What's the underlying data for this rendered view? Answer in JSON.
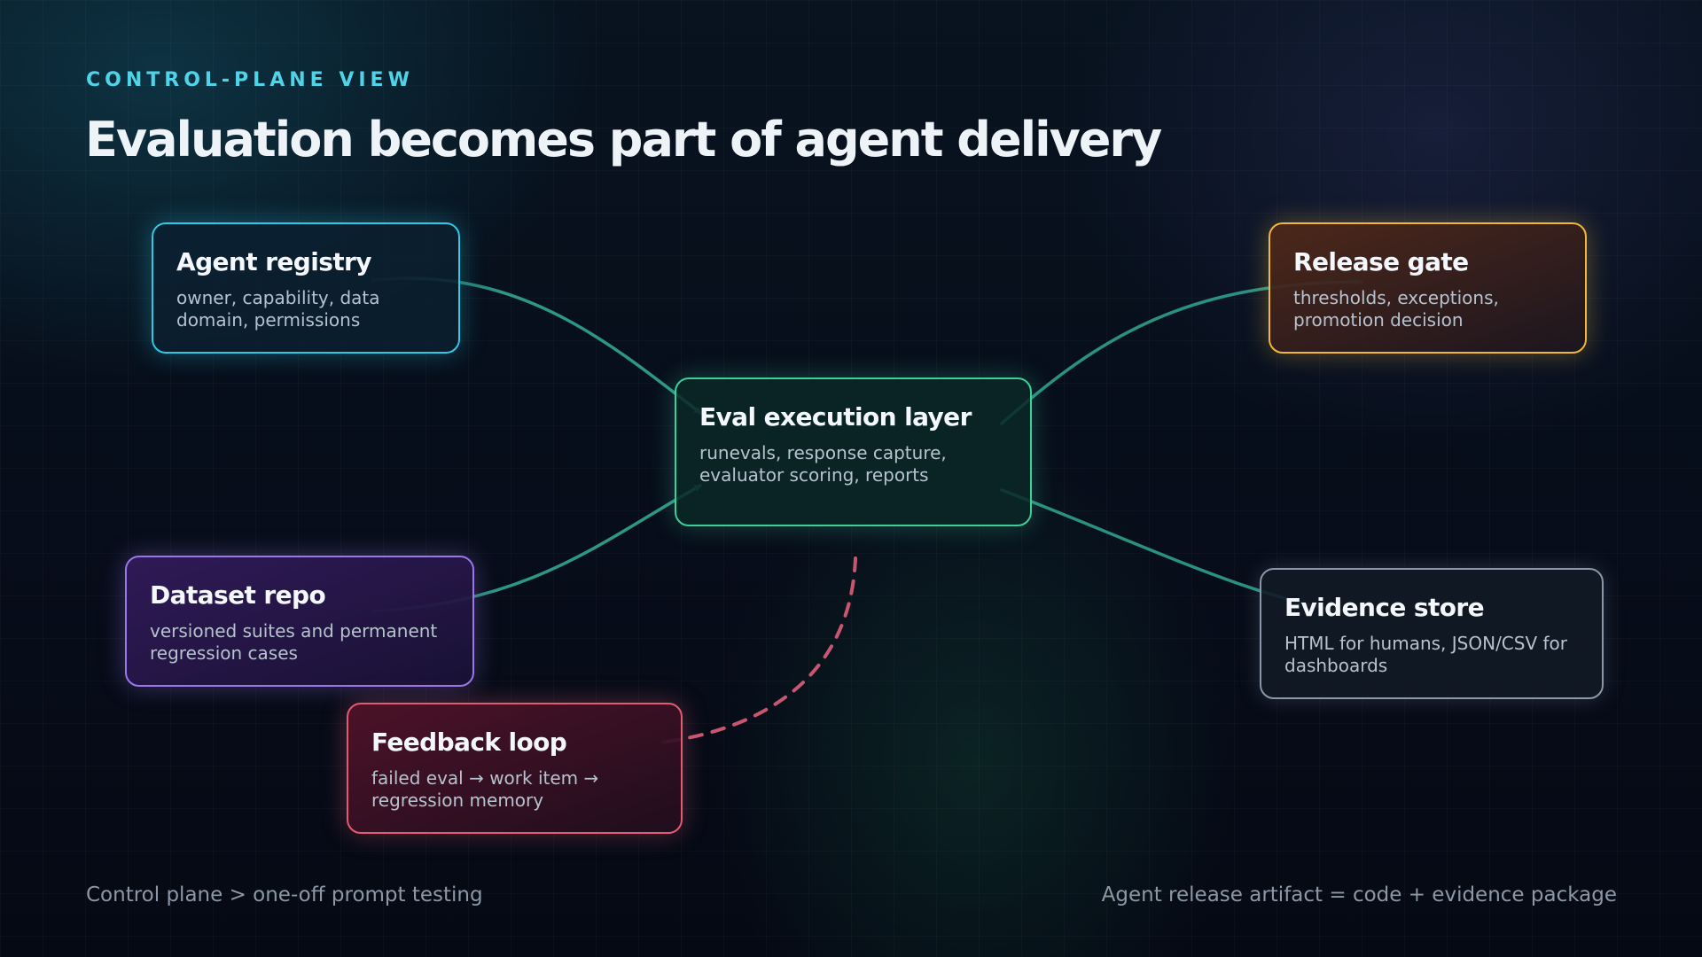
{
  "header": {
    "kicker": "CONTROL-PLANE VIEW",
    "title": "Evaluation becomes part of agent delivery"
  },
  "nodes": {
    "agent_registry": {
      "title": "Agent registry",
      "description": "owner, capability, data domain, permissions",
      "color": "#2fc9e4"
    },
    "eval_execution": {
      "title": "Eval execution layer",
      "description": "runevals, response capture, evaluator scoring, reports",
      "color": "#3ccf98"
    },
    "release_gate": {
      "title": "Release gate",
      "description": "thresholds, exceptions, promotion decision",
      "color": "#f0b73a"
    },
    "dataset_repo": {
      "title": "Dataset repo",
      "description": "versioned suites and permanent regression cases",
      "color": "#9a77ea"
    },
    "evidence_store": {
      "title": "Evidence store",
      "description": "HTML for humans, JSON/CSV for dashboards",
      "color": "#8a97a8"
    },
    "feedback_loop": {
      "title": "Feedback loop",
      "description": "failed eval → work item → regression memory",
      "color": "#e45a73"
    }
  },
  "edges": [
    {
      "from": "agent_registry",
      "to": "eval_execution",
      "style": "solid",
      "color": "#2f9e8c"
    },
    {
      "from": "dataset_repo",
      "to": "eval_execution",
      "style": "solid",
      "color": "#2f9e8c"
    },
    {
      "from": "eval_execution",
      "to": "release_gate",
      "style": "solid",
      "color": "#2f9e8c"
    },
    {
      "from": "eval_execution",
      "to": "evidence_store",
      "style": "solid",
      "color": "#2f9e8c"
    },
    {
      "from": "eval_execution",
      "to": "feedback_loop",
      "style": "dashed",
      "color": "#c95670"
    }
  ],
  "footer": {
    "left": "Control plane > one-off prompt testing",
    "right": "Agent release artifact = code + evidence package"
  }
}
